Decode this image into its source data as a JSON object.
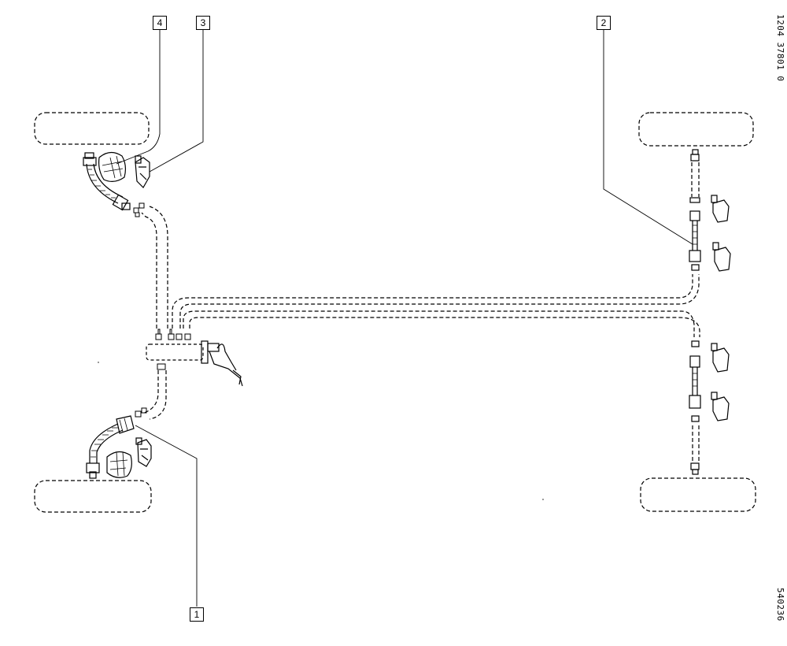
{
  "callouts": {
    "c1": "1",
    "c2": "2",
    "c3": "3",
    "c4": "4"
  },
  "reference_code": "1204  37801 0",
  "figure_number": "540236",
  "colors": {
    "line": "#000000",
    "background": "#ffffff"
  }
}
